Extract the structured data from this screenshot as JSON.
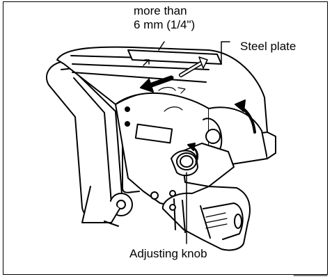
{
  "figure": {
    "labels": {
      "gap_line1": "more than",
      "gap_line2": "6 mm (1/4\")",
      "steel_plate": "Steel plate",
      "adjusting_knob": "Adjusting knob"
    },
    "icons": [
      "direction-arrow-icon",
      "rotation-arrow-icon"
    ]
  }
}
